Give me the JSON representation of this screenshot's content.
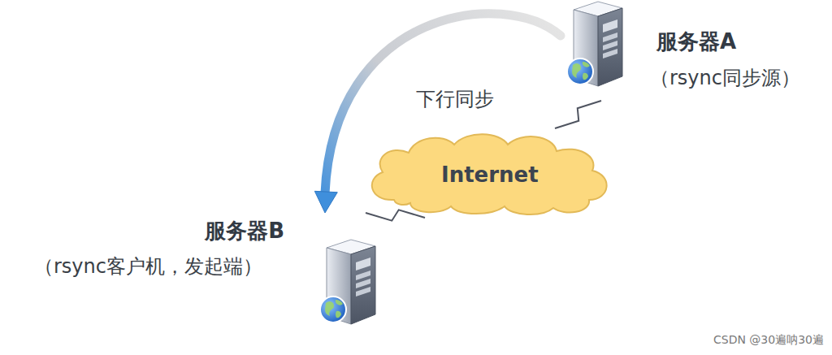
{
  "diagram": {
    "nodes": [
      {
        "text": [
          "服务器A",
          "（rsync同步源）"
        ]
      },
      {
        "text": [
          "Internet"
        ]
      },
      {
        "text": [
          "服务器B",
          "（rsync客户机，发起端）"
        ]
      }
    ],
    "edges": [
      {
        "from": 0,
        "to": 2,
        "label": "下行同步",
        "arrow": "to"
      },
      {
        "from": 0,
        "to": 1,
        "arrow": "none"
      },
      {
        "from": 1,
        "to": 2,
        "arrow": "none"
      }
    ],
    "labels": [
      "CSDN @30遍呐30遍"
    ]
  }
}
